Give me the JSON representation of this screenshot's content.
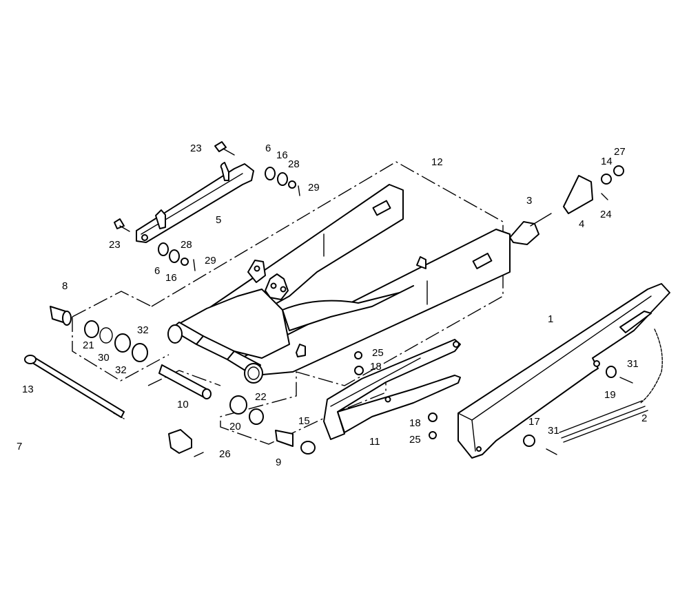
{
  "diagram": {
    "type": "exploded-parts-view",
    "line_color": "#000000",
    "background": "#ffffff",
    "callouts": {
      "c1": "1",
      "c2": "2",
      "c3": "3",
      "c4": "4",
      "c5": "5",
      "c6a": "6",
      "c6b": "6",
      "c7": "7",
      "c8": "8",
      "c9": "9",
      "c10": "10",
      "c11": "11",
      "c12": "12",
      "c13": "13",
      "c14": "14",
      "c15": "15",
      "c16a": "16",
      "c16b": "16",
      "c17": "17",
      "c18a": "18",
      "c18b": "18",
      "c19": "19",
      "c20": "20",
      "c21": "21",
      "c22": "22",
      "c23a": "23",
      "c23b": "23",
      "c24": "24",
      "c25a": "25",
      "c25b": "25",
      "c26": "26",
      "c27": "27",
      "c28a": "28",
      "c28b": "28",
      "c29a": "29",
      "c29b": "29",
      "c30": "30",
      "c31a": "31",
      "c31b": "31",
      "c32a": "32",
      "c32b": "32"
    }
  }
}
